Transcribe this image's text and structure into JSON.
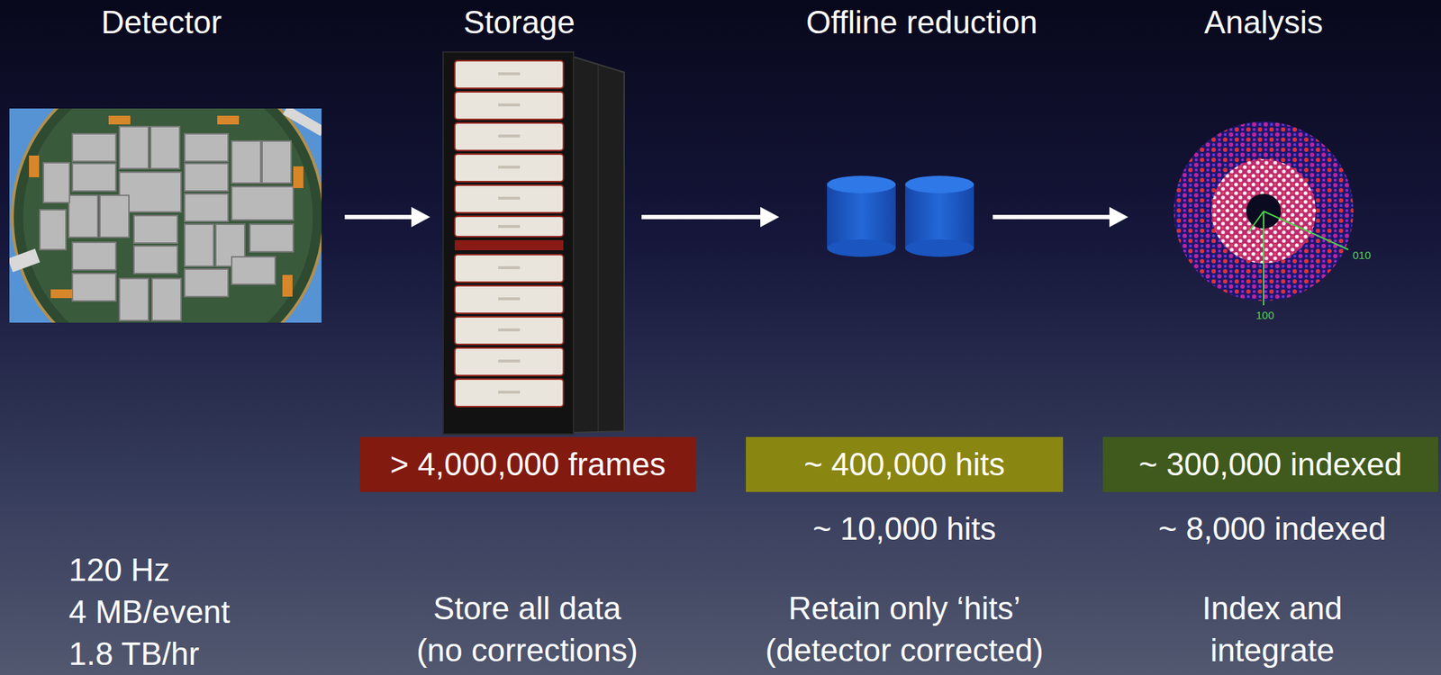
{
  "diagram": {
    "nodes": [
      {
        "text": [
          "> 4,000,000 frames"
        ]
      },
      {
        "text": [
          "~ 400,000 hits"
        ]
      },
      {
        "text": [
          "~ 300,000 indexed"
        ]
      }
    ],
    "labels": [
      "Detector",
      "Storage",
      "Offline reduction",
      "Analysis",
      "010",
      "100",
      "~ 10,000 hits",
      "~ 8,000 indexed",
      "120 Hz",
      "4 MB/event",
      "1.8 TB/hr",
      "Store all data (no corrections)",
      "Retain only ‘hits’ (detector corrected)",
      "Index and integrate"
    ]
  }
}
